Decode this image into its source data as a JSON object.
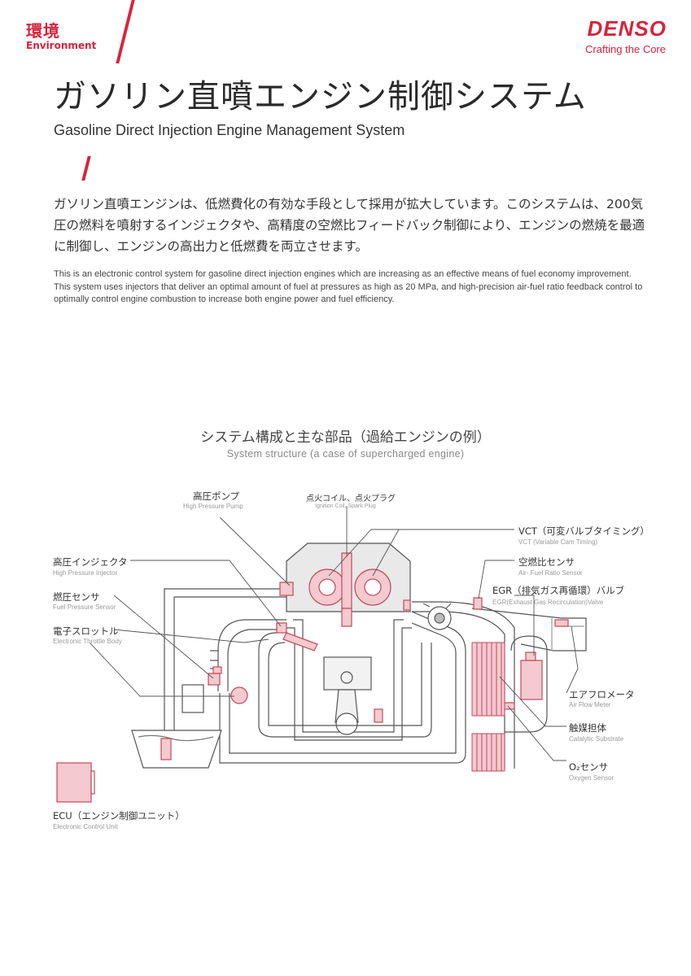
{
  "header": {
    "category_jp": "環境",
    "category_en": "Environment",
    "brand": "DENSO",
    "tagline": "Crafting the Core"
  },
  "title": {
    "jp": "ガソリン直噴エンジン制御システム",
    "en": "Gasoline Direct Injection Engine Management System"
  },
  "intro": {
    "jp": "ガソリン直噴エンジンは、低燃費化の有効な手段として採用が拡大しています。このシステムは、200気圧の燃料を噴射するインジェクタや、高精度の空燃比フィードバック制御により、エンジンの燃焼を最適に制御し、エンジンの高出力と低燃費を両立させます。",
    "en": "This is an electronic control system for gasoline direct injection engines which are increasing as an effective means of fuel economy improvement. This system uses injectors that deliver an optimal amount of fuel at pressures as high as 20 MPa, and high-precision air-fuel ratio feedback control to optimally control engine combustion to increase both engine power and fuel efficiency."
  },
  "diagram": {
    "title_jp": "システム構成と主な部品（過給エンジンの例）",
    "title_en": "System structure (a case of supercharged engine)",
    "labels": {
      "high_pressure_pump": {
        "jp": "高圧ポンプ",
        "en": "High Pressure Pump"
      },
      "ignition_coil": {
        "jp": "点火コイル、点火プラグ",
        "en": "Ignition Coil, Spark Plug"
      },
      "vct": {
        "jp": "VCT（可変バルブタイミング）",
        "en": "VCT (Variable Cam Timing)"
      },
      "high_pressure_injector": {
        "jp": "高圧インジェクタ",
        "en": "High Pressure Injector"
      },
      "af_sensor": {
        "jp": "空燃比センサ",
        "en": "Air- Fuel Ratio Sensor"
      },
      "fuel_pressure_sensor": {
        "jp": "燃圧センサ",
        "en": "Fuel Pressure Sensor"
      },
      "egr_valve": {
        "jp": "EGR（排気ガス再循環）バルブ",
        "en": "EGR(Exhaust Gas Recirculation)Valve"
      },
      "throttle": {
        "jp": "電子スロットル",
        "en": "Electronic Throttle Body"
      },
      "air_flow_meter": {
        "jp": "エアフロメータ",
        "en": "Air Flow Meter"
      },
      "catalytic": {
        "jp": "触媒担体",
        "en": "Catalytic Substrate"
      },
      "o2_sensor": {
        "jp": "O₂センサ",
        "en": "Oxygen Sensor"
      },
      "ecu": {
        "jp": "ECU（エンジン制御ユニット）",
        "en": "Electronic Control Unit"
      }
    }
  },
  "colors": {
    "accent": "#d6243d",
    "component_fill": "#f4c9d0",
    "component_stroke": "#c04a5c",
    "line": "#555555"
  }
}
